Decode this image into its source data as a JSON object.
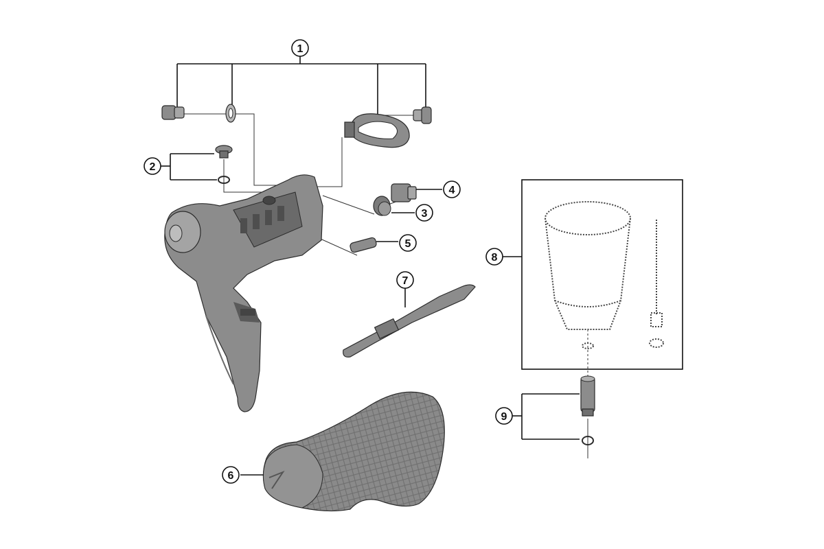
{
  "diagram": {
    "callouts": [
      {
        "id": "1",
        "label": "1"
      },
      {
        "id": "2",
        "label": "2"
      },
      {
        "id": "3",
        "label": "3"
      },
      {
        "id": "4",
        "label": "4"
      },
      {
        "id": "5",
        "label": "5"
      },
      {
        "id": "6",
        "label": "6"
      },
      {
        "id": "7",
        "label": "7"
      },
      {
        "id": "8",
        "label": "8"
      },
      {
        "id": "9",
        "label": "9"
      }
    ],
    "colors": {
      "part_fill": "#8c8c8c",
      "part_dark": "#5f5f5f",
      "part_light": "#b8b8b8",
      "line": "#111111",
      "background": "#ffffff"
    }
  }
}
